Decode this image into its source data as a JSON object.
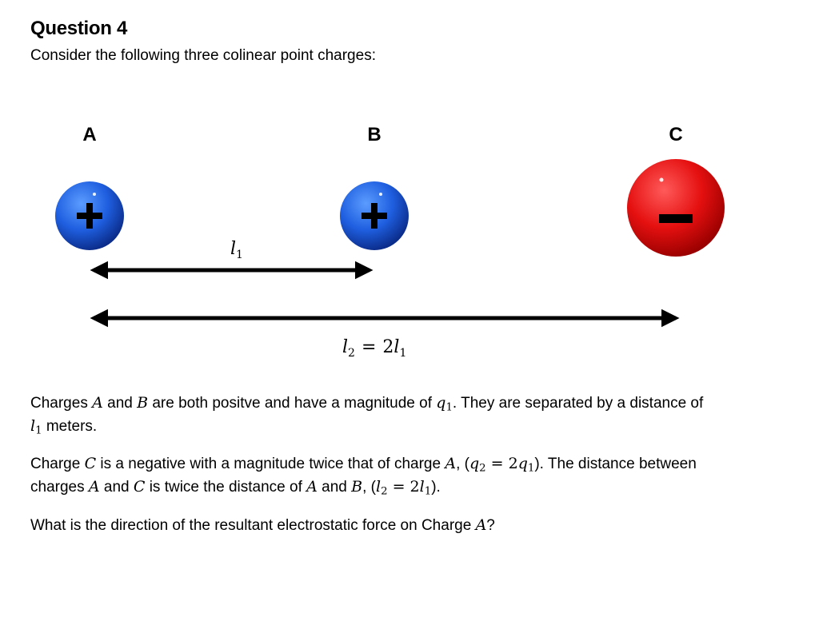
{
  "question": {
    "title": "Question 4",
    "intro": "Consider the following three colinear point charges:"
  },
  "figure": {
    "labels": {
      "a": "A",
      "b": "B",
      "c": "C"
    },
    "signs": {
      "a": "+",
      "b": "+",
      "c": "−"
    },
    "colors": {
      "positive": "#1f5fe0",
      "negative": "#e51010"
    },
    "l1_label": {
      "sym": "l",
      "sub": "1"
    },
    "l2_label": {
      "lhs_sym": "l",
      "lhs_sub": "2",
      "eq": "=",
      "coef": "2",
      "rhs_sym": "l",
      "rhs_sub": "1"
    }
  },
  "paragraphs": {
    "p1": {
      "t1": "Charges ",
      "a": "A",
      "t2": " and ",
      "b": "B",
      "t3": " are both positve and have a magnitude of ",
      "q": "q",
      "q_sub": "1",
      "t4": ". They are separated by a distance of",
      "l": "l",
      "l_sub": "1",
      "t5": " meters."
    },
    "p2": {
      "t1": "Charge ",
      "c": "C",
      "t2": " is a negative with a magnitude twice that of charge ",
      "a": "A",
      "t3": ", (",
      "q2": "q",
      "q2_sub": "2",
      "eq": " = 2",
      "q1": "q",
      "q1_sub": "1",
      "t4": "). The distance between",
      "t5": "charges ",
      "a2": "A",
      "t6": " and ",
      "c2": "C",
      "t7": " is twice the distance of ",
      "a3": "A",
      "t8": " and ",
      "b": "B",
      "t9": ", (",
      "l2": "l",
      "l2_sub": "2",
      "eq2": " = 2",
      "l1": "l",
      "l1_sub": "1",
      "t10": ")."
    },
    "p3": {
      "t1": "What is the direction of the resultant electrostatic force on Charge ",
      "a": "A",
      "t2": "?"
    }
  }
}
